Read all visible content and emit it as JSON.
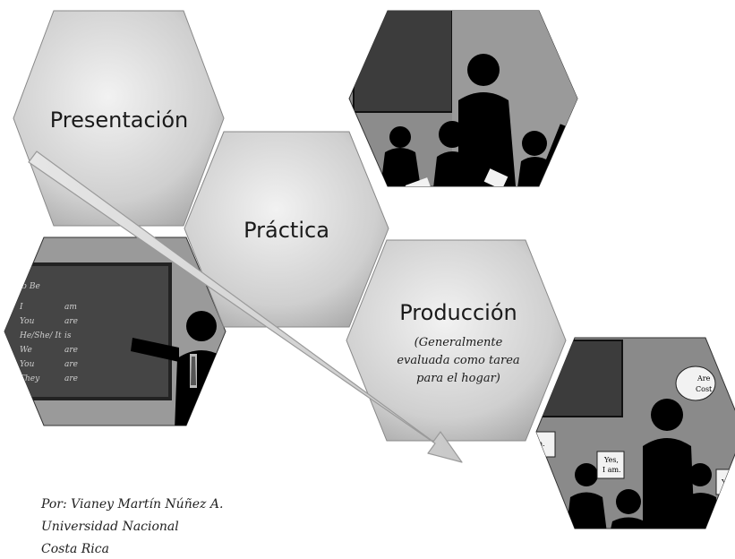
{
  "hexagons": {
    "presentacion": "Presentación",
    "practica": "Práctica",
    "produccion": "Producción",
    "produccion_note_1": "(Generalmente",
    "produccion_note_2": "evaluada como tarea",
    "produccion_note_3": "para el hogar)"
  },
  "board_text": {
    "header": "rb Be",
    "rows": [
      {
        "pronoun": "I",
        "verb": "am"
      },
      {
        "pronoun": "You",
        "verb": "are"
      },
      {
        "pronoun": "He/She/ It",
        "verb": "is"
      },
      {
        "pronoun": "We",
        "verb": "are"
      },
      {
        "pronoun": "You",
        "verb": "are"
      },
      {
        "pronoun": "They",
        "verb": "are"
      }
    ]
  },
  "speech_bubbles": {
    "b1_line1": "Are",
    "b1_line2": "Cost",
    "b2_line1": "Yes,",
    "b2_line2": "I am.",
    "b3": "h.",
    "b4": "Y"
  },
  "credits": {
    "author": "Por: Vianey Martín Núñez A.",
    "university": "Universidad Nacional",
    "country": "Costa Rica"
  },
  "colors": {
    "hex_light": "#ececec",
    "hex_mid": "#bdbdbd",
    "photo_bg": "#8a8a8a",
    "silhouette": "#000000",
    "arrow": "#d0d0d0"
  }
}
